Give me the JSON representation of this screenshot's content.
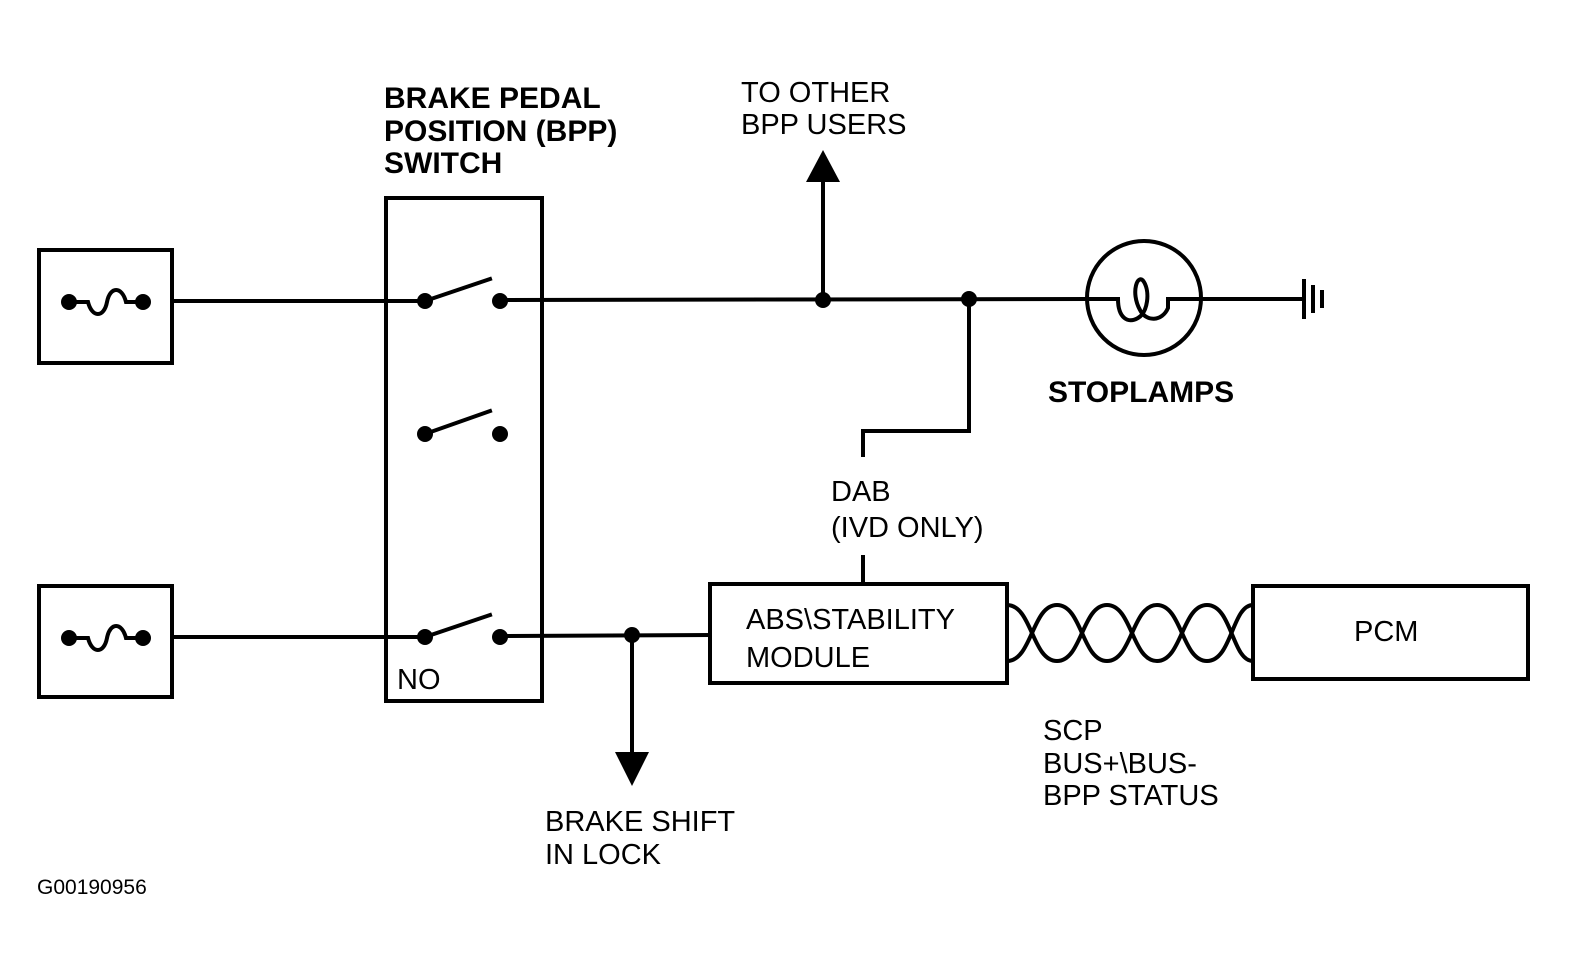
{
  "labels": {
    "bpp_switch": [
      "BRAKE PEDAL",
      "POSITION (BPP)",
      "SWITCH"
    ],
    "other_users": [
      "TO OTHER",
      "BPP USERS"
    ],
    "stoplamps": "STOPLAMPS",
    "dab": [
      "DAB",
      "(IVD ONLY)"
    ],
    "abs_module": [
      "ABS\\STABILITY",
      "MODULE"
    ],
    "pcm": "PCM",
    "no": "NO",
    "scp": [
      "SCP",
      "BUS+\\BUS-",
      "BPP STATUS"
    ],
    "brake_shift": [
      "BRAKE SHIFT",
      "IN LOCK"
    ],
    "figure_id": "G00190956"
  }
}
